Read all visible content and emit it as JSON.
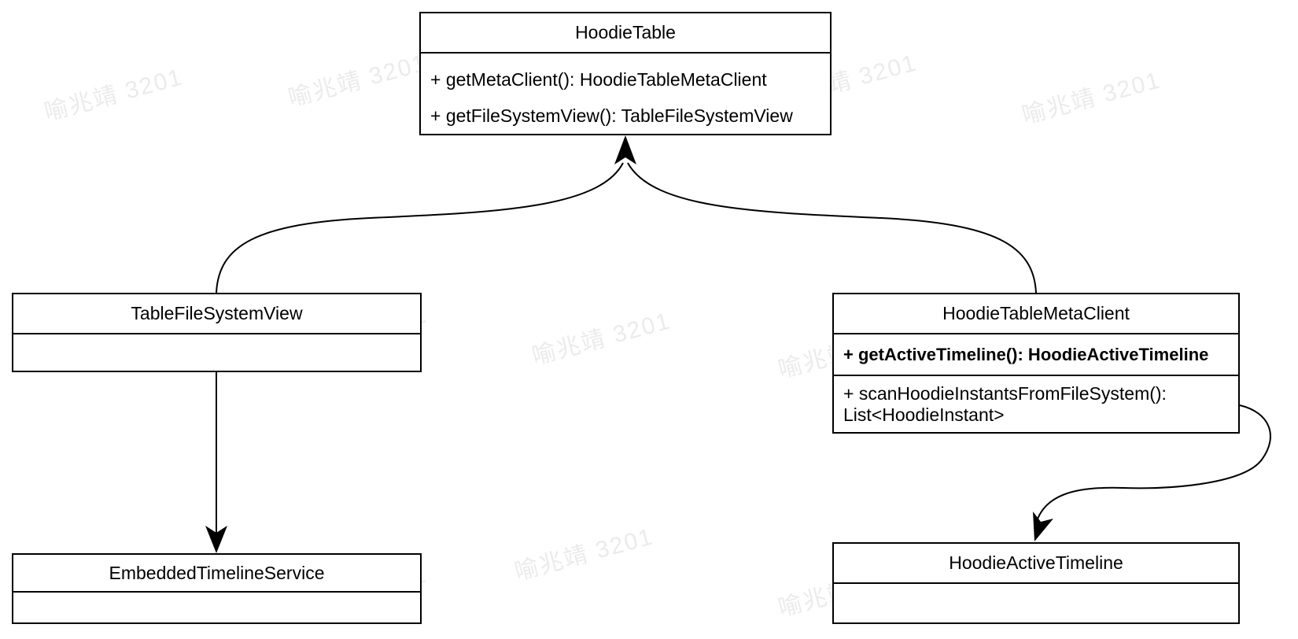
{
  "colors": {
    "stroke": "#000000",
    "background": "#ffffff",
    "watermark": "#ebebeb"
  },
  "watermark": {
    "text": "喻兆靖 3201"
  },
  "classes": {
    "hoodie_table": {
      "name": "HoodieTable",
      "methods": {
        "m1": "+ getMetaClient(): HoodieTableMetaClient",
        "m2": "+ getFileSystemView(): TableFileSystemView"
      }
    },
    "table_file_system_view": {
      "name": "TableFileSystemView"
    },
    "hoodie_table_meta_client": {
      "name": "HoodieTableMetaClient",
      "methods": {
        "m1": "+ getActiveTimeline(): HoodieActiveTimeline",
        "m2": "+ scanHoodieInstantsFromFileSystem(): List<HoodieInstant>"
      }
    },
    "embedded_timeline_service": {
      "name": "EmbeddedTimelineService"
    },
    "hoodie_active_timeline": {
      "name": "HoodieActiveTimeline"
    }
  }
}
